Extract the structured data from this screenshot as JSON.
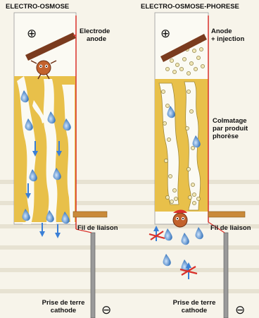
{
  "left_panel": {
    "title": "ELECTRO-OSMOSE",
    "anode_label_line1": "Electrode",
    "anode_label_line2": "anode",
    "link_label": "Fil de liaison",
    "cathode_label_line1": "Prise de terre",
    "cathode_label_line2": "cathode",
    "plus_symbol": "⊕",
    "minus_symbol": "⊖"
  },
  "right_panel": {
    "title": "ELECTRO-OSMOSE-PHORESE",
    "anode_label_line1": "Anode",
    "anode_label_line2": "+ injection",
    "clogging_line1": "Colmatage",
    "clogging_line2": "par produit",
    "clogging_line3": "phorèse",
    "link_label": "Fil de liaison",
    "cathode_label_line1": "Prise de terre",
    "cathode_label_line2": "cathode",
    "plus_symbol": "⊕",
    "minus_symbol": "⊖"
  },
  "colors": {
    "soil": "#e8c04a",
    "soil_dark": "#c9a030",
    "wall_light": "#faf8ef",
    "electrode": "#7a3b1e",
    "wire": "#d9302a",
    "post": "#c98a3a",
    "drop": "#3c7fc8",
    "arrow": "#3a7fd6",
    "cross": "#d9302a",
    "text": "#111111"
  }
}
